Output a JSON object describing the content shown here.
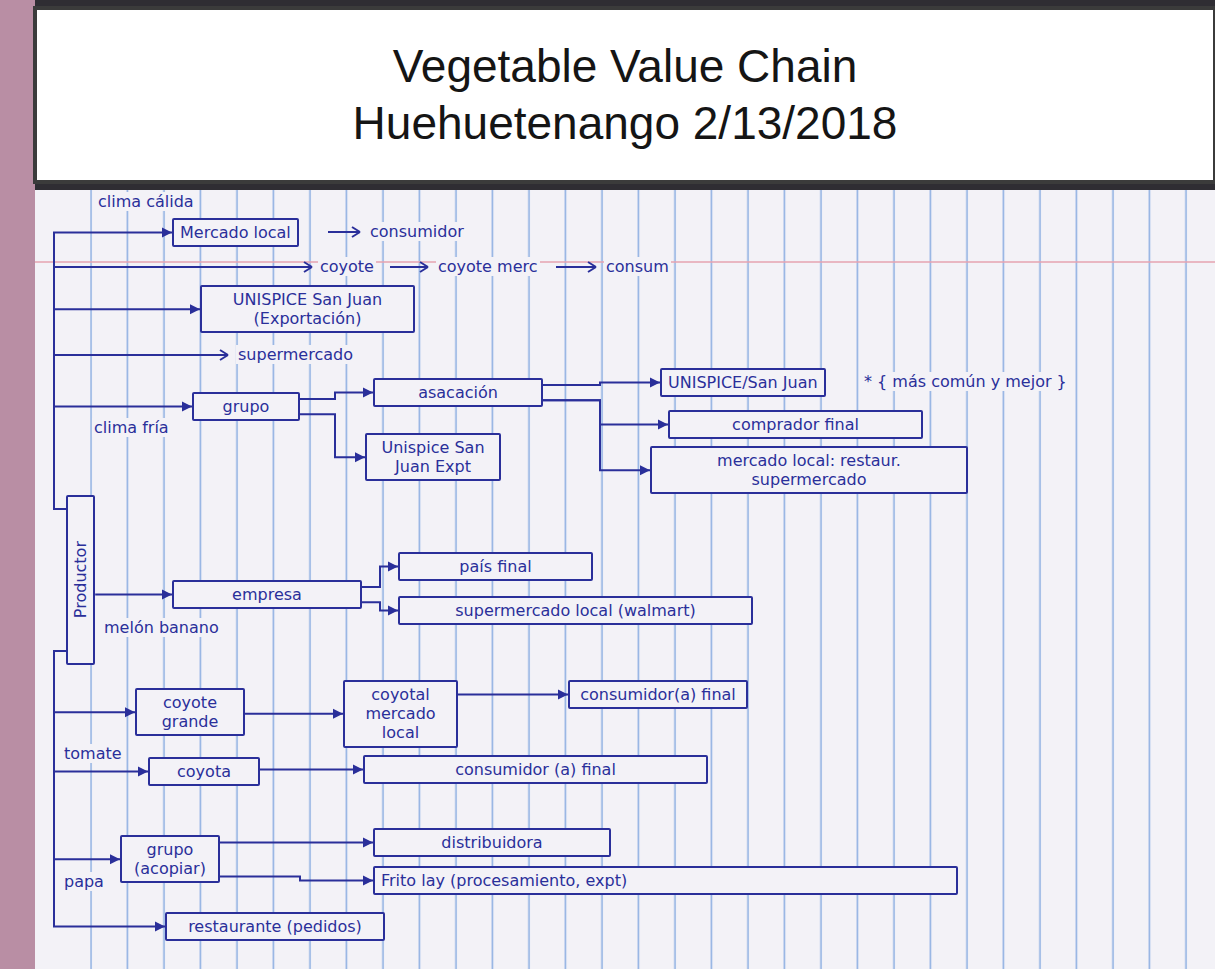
{
  "diagram": {
    "title": "Vegetable Value Chain Huehuetenango 2/13/2018",
    "nodes": [
      {
        "text": [
          "Productor"
        ]
      },
      {
        "text": [
          "Mercado local"
        ]
      },
      {
        "text": [
          "UNISPICE San Juan (Exportación)"
        ]
      },
      {
        "text": [
          "grupo"
        ]
      },
      {
        "text": [
          "asacación"
        ]
      },
      {
        "text": [
          "UNISPICE/San Juan"
        ]
      },
      {
        "text": [
          "comprador final"
        ]
      },
      {
        "text": [
          "mercado local: restaur. supermercado"
        ]
      },
      {
        "text": [
          "Unispice San Juan Expt"
        ]
      },
      {
        "text": [
          "empresa"
        ]
      },
      {
        "text": [
          "país final"
        ]
      },
      {
        "text": [
          "supermercado local (walmart)"
        ]
      },
      {
        "text": [
          "coyote grande"
        ]
      },
      {
        "text": [
          "coyotal mercado local"
        ]
      },
      {
        "text": [
          "consumidor(a) final"
        ]
      },
      {
        "text": [
          "coyota"
        ]
      },
      {
        "text": [
          "consumidor (a) final"
        ]
      },
      {
        "text": [
          "grupo (acopiar)"
        ]
      },
      {
        "text": [
          "distribuidora"
        ]
      },
      {
        "text": [
          "Frito lay (procesamiento, expt)"
        ]
      },
      {
        "text": [
          "restaurante (pedidos)"
        ]
      }
    ],
    "edges": [
      {
        "from": 0,
        "to": 1,
        "arrow": "to"
      },
      {
        "from": 0,
        "to": 2,
        "arrow": "to"
      },
      {
        "from": 0,
        "to": 3,
        "arrow": "to"
      },
      {
        "from": 3,
        "to": 4,
        "arrow": "to"
      },
      {
        "from": 3,
        "to": 8,
        "arrow": "to"
      },
      {
        "from": 4,
        "to": 5,
        "arrow": "to"
      },
      {
        "from": 4,
        "to": 6,
        "arrow": "to"
      },
      {
        "from": 4,
        "to": 7,
        "arrow": "to"
      },
      {
        "from": 0,
        "to": 9,
        "arrow": "to"
      },
      {
        "from": 9,
        "to": 10,
        "arrow": "to"
      },
      {
        "from": 9,
        "to": 11,
        "arrow": "to"
      },
      {
        "from": 0,
        "to": 12,
        "arrow": "to"
      },
      {
        "from": 12,
        "to": 13,
        "arrow": "to"
      },
      {
        "from": 13,
        "to": 14,
        "arrow": "to"
      },
      {
        "from": 0,
        "to": 15,
        "arrow": "to"
      },
      {
        "from": 15,
        "to": 16,
        "arrow": "to"
      },
      {
        "from": 0,
        "to": 17,
        "arrow": "to"
      },
      {
        "from": 17,
        "to": 18,
        "arrow": "to"
      },
      {
        "from": 17,
        "to": 19,
        "arrow": "to"
      },
      {
        "from": 0,
        "to": 20,
        "arrow": "to"
      }
    ],
    "labels": [
      "clima cálida",
      "consumidor",
      "coyote",
      "coyote merc",
      "consum",
      "supermercado",
      "clima fría",
      "* { más común y mejor }",
      "melón banano",
      "tomate",
      "papa"
    ]
  }
}
